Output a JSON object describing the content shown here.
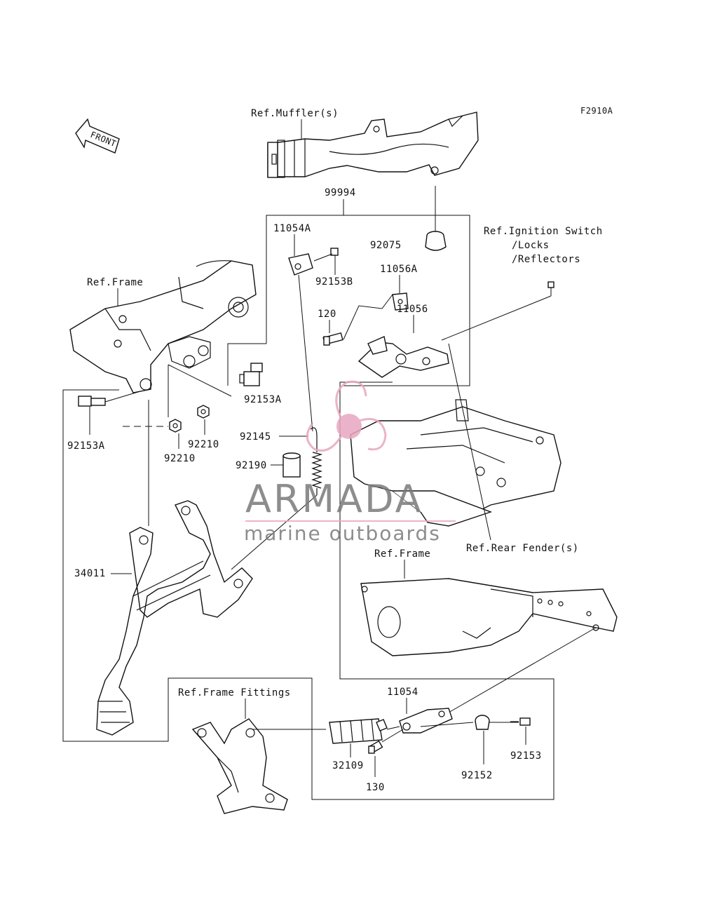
{
  "diagram_code": "F2910A",
  "front_label": "FRONT",
  "refs": {
    "muffler": "Ref.Muffler(s)",
    "frame_top": "Ref.Frame",
    "ignition_1": "Ref.Ignition Switch",
    "ignition_2": "/Locks",
    "ignition_3": "/Reflectors",
    "rear_fender": "Ref.Rear Fender(s)",
    "frame_mid": "Ref.Frame",
    "frame_fittings": "Ref.Frame Fittings"
  },
  "parts": {
    "p99994": "99994",
    "p11054A": "11054A",
    "p92075": "92075",
    "p92153B": "92153B",
    "p11056A": "11056A",
    "p120": "120",
    "p11056": "11056",
    "p92153A_1": "92153A",
    "p92153A_2": "92153A",
    "p92210_1": "92210",
    "p92210_2": "92210",
    "p92145": "92145",
    "p92190": "92190",
    "p34011": "34011",
    "p11054": "11054",
    "p32109": "32109",
    "p130": "130",
    "p92152": "92152",
    "p92153": "92153"
  },
  "watermark": {
    "brand": "ARMADA",
    "tagline": "marine outboards",
    "accent_color": "#e8a6c0",
    "text_color": "#7a7a7a"
  }
}
